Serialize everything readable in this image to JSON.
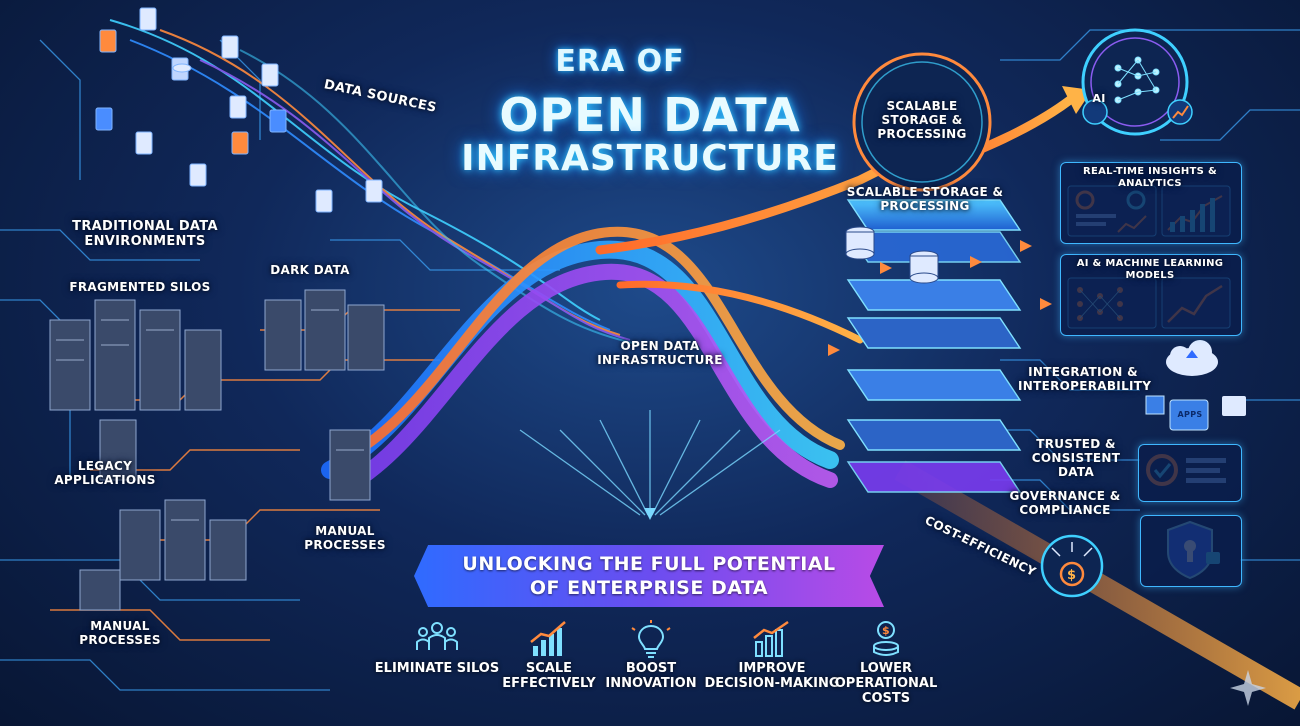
{
  "title": {
    "line1": "ERA OF",
    "line2": "OPEN DATA",
    "line3": "INFRASTRUCTURE"
  },
  "left": {
    "data_sources": "DATA SOURCES",
    "traditional": "TRADITIONAL DATA ENVIRONMENTS",
    "fragmented_silos": "FRAGMENTED SILOS",
    "dark_data": "DARK DATA",
    "legacy_applications": "LEGACY APPLICATIONS",
    "manual_processes_1": "MANUAL PROCESSES",
    "manual_processes_2": "MANUAL PROCESSES"
  },
  "center": {
    "open_data_infra": "OPEN DATA INFRASTRUCTURE",
    "banner_line1": "UNLOCKING THE FULL POTENTIAL",
    "banner_line2": "OF ENTERPRISE DATA"
  },
  "right": {
    "circle_label": "SCALABLE STORAGE & PROCESSING",
    "stack_label": "SCALABLE STORAGE & PROCESSING",
    "realtime": "REAL-TIME INSIGHTS & ANALYTICS",
    "ai_ml": "AI & MACHINE LEARNING MODELS",
    "integration": "INTEGRATION & INTEROPERABILITY",
    "trusted": "TRUSTED & CONSISTENT DATA",
    "governance": "GOVERNANCE & COMPLIANCE",
    "cost": "COST-EFFICIENCY",
    "ai_badge": "AI",
    "apps": "APPS"
  },
  "benefits": [
    {
      "label": "ELIMINATE SILOS",
      "icon": "people-icon"
    },
    {
      "label": "SCALE EFFECTIVELY",
      "icon": "growth-chart-icon"
    },
    {
      "label": "BOOST INNOVATION",
      "icon": "lightbulb-icon"
    },
    {
      "label": "IMPROVE DECISION-MAKING",
      "icon": "bar-chart-icon"
    },
    {
      "label": "LOWER OPERATIONAL COSTS",
      "icon": "coins-icon"
    }
  ],
  "colors": {
    "background": "#0a1a3d",
    "glow_cyan": "#35d0ff",
    "stream_orange": "#ff8a3d",
    "stream_purple": "#8a5cf0",
    "stream_blue": "#2f8cff",
    "banner_start": "#2f6bff",
    "banner_end": "#b84be6"
  }
}
